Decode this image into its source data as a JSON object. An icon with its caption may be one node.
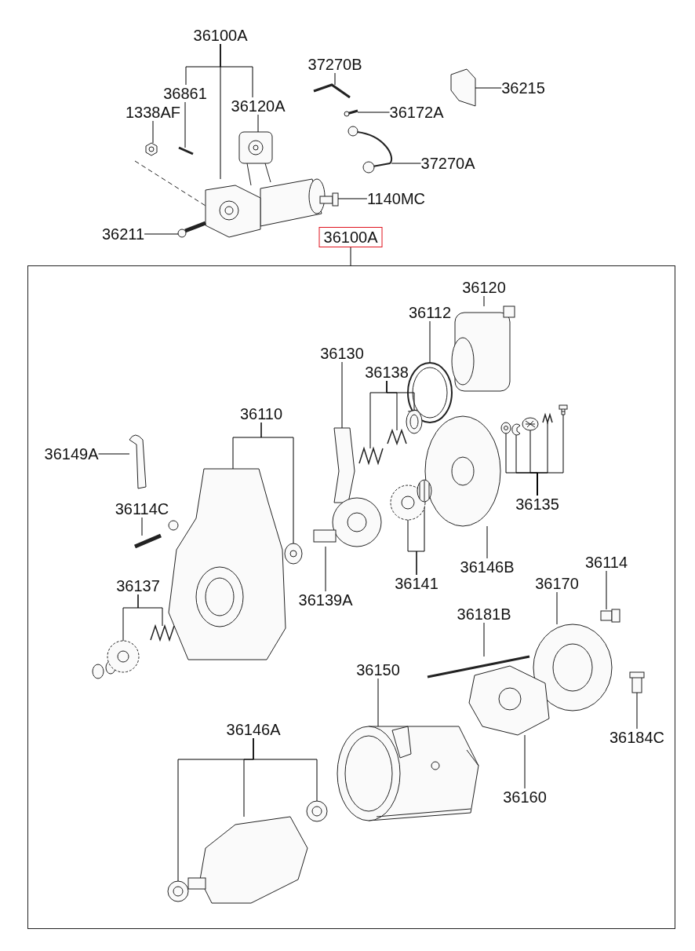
{
  "diagram": {
    "nodes": [
      {
        "text": [
          "36100A"
        ]
      },
      {
        "text": [
          "36861"
        ]
      },
      {
        "text": [
          "36120A"
        ]
      },
      {
        "text": [
          "1338AF"
        ]
      },
      {
        "text": [
          "37270B"
        ]
      },
      {
        "text": [
          "36172A"
        ]
      },
      {
        "text": [
          "36215"
        ]
      },
      {
        "text": [
          "37270A"
        ]
      },
      {
        "text": [
          "1140MC"
        ]
      },
      {
        "text": [
          "36211"
        ]
      },
      {
        "text": [
          "36100A"
        ]
      },
      {
        "text": [],
        "shape": "box"
      },
      {
        "text": [
          "36120"
        ],
        "in": 11
      },
      {
        "text": [
          "36112"
        ],
        "in": 11
      },
      {
        "text": [
          "36130"
        ],
        "in": 11
      },
      {
        "text": [
          "36138"
        ],
        "in": 11
      },
      {
        "text": [
          "36110"
        ],
        "in": 11
      },
      {
        "text": [
          "36149A"
        ],
        "in": 11
      },
      {
        "text": [
          "36135"
        ],
        "in": 11
      },
      {
        "text": [
          "36114C"
        ],
        "in": 11
      },
      {
        "text": [
          "36146B"
        ],
        "in": 11
      },
      {
        "text": [
          "36141"
        ],
        "in": 11
      },
      {
        "text": [
          "36139A"
        ],
        "in": 11
      },
      {
        "text": [
          "36137"
        ],
        "in": 11
      },
      {
        "text": [
          "36114"
        ],
        "in": 11
      },
      {
        "text": [
          "36170"
        ],
        "in": 11
      },
      {
        "text": [
          "36181B"
        ],
        "in": 11
      },
      {
        "text": [
          "36150"
        ],
        "in": 11
      },
      {
        "text": [
          "36146A"
        ],
        "in": 11
      },
      {
        "text": [
          "36184C"
        ],
        "in": 11
      },
      {
        "text": [
          "36160"
        ],
        "in": 11
      },
      {
        "text": [],
        "shape": "picture"
      },
      {
        "text": [],
        "shape": "picture"
      },
      {
        "text": [],
        "shape": "picture"
      },
      {
        "text": [],
        "shape": "picture"
      },
      {
        "text": [],
        "shape": "picture"
      },
      {
        "text": [],
        "shape": "picture"
      },
      {
        "text": [],
        "shape": "picture"
      },
      {
        "text": [],
        "shape": "picture"
      },
      {
        "text": [],
        "shape": "picture"
      },
      {
        "text": [],
        "shape": "picture"
      },
      {
        "text": [],
        "shape": "picture",
        "in": 11
      },
      {
        "text": [],
        "shape": "picture",
        "in": 11
      },
      {
        "text": [],
        "shape": "picture",
        "in": 11
      },
      {
        "text": [],
        "shape": "picture",
        "in": 11
      },
      {
        "text": [],
        "shape": "picture",
        "in": 11
      },
      {
        "text": [],
        "shape": "picture",
        "in": 11
      },
      {
        "text": [],
        "shape": "picture",
        "in": 11
      },
      {
        "text": [],
        "shape": "picture",
        "in": 11
      },
      {
        "text": [],
        "shape": "picture",
        "in": 11
      },
      {
        "text": [],
        "shape": "picture",
        "in": 11
      },
      {
        "text": [],
        "shape": "picture",
        "in": 11
      },
      {
        "text": [],
        "shape": "picture",
        "in": 11
      },
      {
        "text": [],
        "shape": "picture",
        "in": 11
      },
      {
        "text": [],
        "shape": "picture",
        "in": 11
      },
      {
        "text": [],
        "shape": "picture",
        "in": 11
      },
      {
        "text": [],
        "shape": "picture",
        "in": 11
      },
      {
        "text": [],
        "shape": "picture",
        "in": 11
      },
      {
        "text": [],
        "shape": "picture",
        "in": 11
      },
      {
        "text": [],
        "shape": "picture",
        "in": 11
      },
      {
        "text": [],
        "shape": "picture",
        "in": 11
      },
      {
        "text": [],
        "shape": "picture",
        "in": 11
      },
      {
        "text": [],
        "shape": "picture",
        "in": 11
      },
      {
        "text": [],
        "shape": "picture",
        "in": 11
      },
      {
        "text": [],
        "shape": "picture",
        "in": 11
      },
      {
        "text": [],
        "shape": "picture",
        "in": 11
      },
      {
        "text": [],
        "shape": "picture",
        "in": 11
      },
      {
        "text": [],
        "shape": "picture",
        "in": 11
      },
      {
        "text": [],
        "shape": "picture",
        "in": 11
      },
      {
        "text": [],
        "shape": "picture",
        "in": 11
      },
      {
        "text": [],
        "shape": "picture",
        "in": 11
      }
    ],
    "edges": [
      {
        "from": 0,
        "to": 31,
        "arrow": "none"
      },
      {
        "from": 0,
        "to": 1,
        "arrow": "none"
      },
      {
        "from": 0,
        "to": 2,
        "arrow": "none"
      },
      {
        "from": 1,
        "to": 33,
        "arrow": "none"
      },
      {
        "from": 2,
        "to": 32,
        "arrow": "none"
      },
      {
        "from": 3,
        "to": 34,
        "arrow": "none"
      },
      {
        "from": 4,
        "to": 35,
        "arrow": "none"
      },
      {
        "from": 5,
        "to": 36,
        "arrow": "none"
      },
      {
        "from": 6,
        "to": 37,
        "arrow": "none"
      },
      {
        "from": 7,
        "to": 38,
        "arrow": "none"
      },
      {
        "from": 8,
        "to": 39,
        "arrow": "none"
      },
      {
        "from": 9,
        "to": 40,
        "arrow": "none"
      },
      {
        "from": 10,
        "to": 11,
        "arrow": "none"
      },
      {
        "from": 12,
        "to": 41,
        "arrow": "none"
      },
      {
        "from": 13,
        "to": 42,
        "arrow": "none"
      },
      {
        "from": 14,
        "to": 43,
        "arrow": "none"
      },
      {
        "from": 15,
        "to": 44,
        "arrow": "none"
      },
      {
        "from": 15,
        "to": 45,
        "arrow": "none"
      },
      {
        "from": 15,
        "to": 46,
        "arrow": "none"
      },
      {
        "from": 16,
        "to": 47,
        "arrow": "none"
      },
      {
        "from": 16,
        "to": 48,
        "arrow": "none"
      },
      {
        "from": 17,
        "to": 49,
        "arrow": "none"
      },
      {
        "from": 18,
        "to": 52,
        "arrow": "none"
      },
      {
        "from": 18,
        "to": 53,
        "arrow": "none"
      },
      {
        "from": 18,
        "to": 54,
        "arrow": "none"
      },
      {
        "from": 18,
        "to": 55,
        "arrow": "none"
      },
      {
        "from": 18,
        "to": 56,
        "arrow": "none"
      },
      {
        "from": 19,
        "to": 50,
        "arrow": "none"
      },
      {
        "from": 20,
        "to": 51,
        "arrow": "none"
      },
      {
        "from": 21,
        "to": 57,
        "arrow": "none"
      },
      {
        "from": 21,
        "to": 58,
        "arrow": "none"
      },
      {
        "from": 22,
        "to": 59,
        "arrow": "none"
      },
      {
        "from": 23,
        "to": 60,
        "arrow": "none"
      },
      {
        "from": 23,
        "to": 61,
        "arrow": "none"
      },
      {
        "from": 24,
        "to": 62,
        "arrow": "none"
      },
      {
        "from": 25,
        "to": 63,
        "arrow": "none"
      },
      {
        "from": 26,
        "to": 64,
        "arrow": "none"
      },
      {
        "from": 27,
        "to": 65,
        "arrow": "none"
      },
      {
        "from": 28,
        "to": 66,
        "arrow": "none"
      },
      {
        "from": 28,
        "to": 67,
        "arrow": "none"
      },
      {
        "from": 28,
        "to": 68,
        "arrow": "none"
      },
      {
        "from": 29,
        "to": 69,
        "arrow": "none"
      },
      {
        "from": 30,
        "to": 70,
        "arrow": "none"
      }
    ]
  }
}
